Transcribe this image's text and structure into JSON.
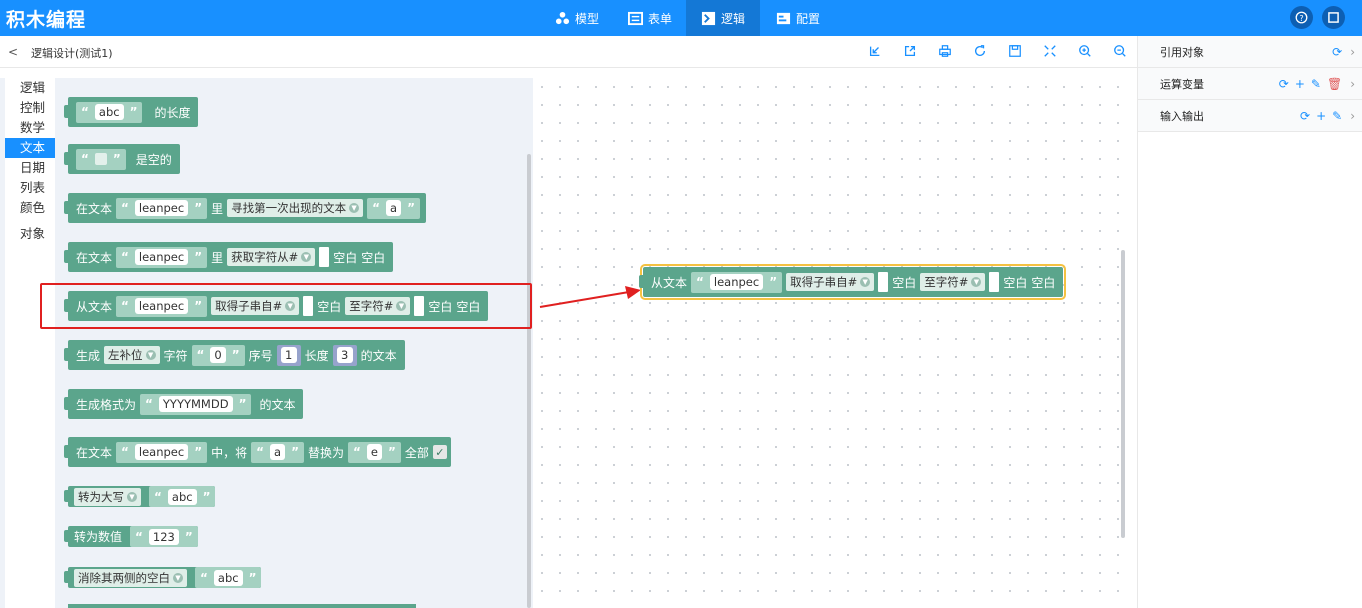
{
  "app": {
    "title": "积木编程"
  },
  "nav": {
    "tabs": [
      {
        "label": "模型",
        "icon": "model-icon"
      },
      {
        "label": "表单",
        "icon": "form-icon"
      },
      {
        "label": "逻辑",
        "icon": "logic-icon",
        "active": true
      },
      {
        "label": "配置",
        "icon": "config-icon"
      }
    ]
  },
  "subheader": {
    "back": "<",
    "breadcrumb": "逻辑设计(测试1)",
    "tools": [
      "import-icon",
      "export-icon",
      "print-icon",
      "refresh-icon",
      "save-icon",
      "fit-icon",
      "zoom-in-icon",
      "zoom-out-icon"
    ]
  },
  "categories": [
    "逻辑",
    "控制",
    "数学",
    "文本",
    "日期",
    "列表",
    "颜色",
    "对象"
  ],
  "active_category": "文本",
  "blocks": {
    "b1": {
      "v1": "abc",
      "t1": "的长度"
    },
    "b2": {
      "t1": "是空的"
    },
    "b3": {
      "t1": "在文本",
      "v1": "leanpec",
      "t2": "里",
      "d1": "寻找第一次出现的文本",
      "v2": "a"
    },
    "b4": {
      "t1": "在文本",
      "v1": "leanpec",
      "t2": "里",
      "d1": "获取字符从#",
      "t3": "空白",
      "t4": "空白"
    },
    "b5": {
      "t1": "从文本",
      "v1": "leanpec",
      "d1": "取得子串自#",
      "t2": "空白",
      "d2": "至字符#",
      "t3": "空白",
      "t4": "空白"
    },
    "b6": {
      "t1": "生成",
      "d1": "左补位",
      "t2": "字符",
      "v1": "0",
      "t3": "序号",
      "n1": "1",
      "t4": "长度",
      "n2": "3",
      "t5": "的文本"
    },
    "b7": {
      "t1": "生成格式为",
      "v1": "YYYYMMDD",
      "t2": "的文本"
    },
    "b8": {
      "t1": "在文本",
      "v1": "leanpec",
      "t2": "中，将",
      "v2": "a",
      "t3": "替换为",
      "v3": "e",
      "t4": "全部",
      "check": "✓"
    },
    "b9": {
      "d1": "转为大写",
      "v1": "abc"
    },
    "b10": {
      "t1": "转为数值",
      "v1": "123"
    },
    "b11": {
      "d1": "消除其两侧的空白",
      "v1": "abc"
    }
  },
  "canvas_block": {
    "t1": "从文本",
    "v1": "leanpec",
    "d1": "取得子串自#",
    "t2": "空白",
    "d2": "至字符#",
    "t3": "空白",
    "t4": "空白"
  },
  "right_panel": {
    "sections": [
      {
        "label": "引用对象"
      },
      {
        "label": "运算变量"
      },
      {
        "label": "输入输出"
      }
    ]
  },
  "colors": {
    "primary": "#1890ff",
    "block": "#5ba58c",
    "highlight": "#e02020"
  }
}
